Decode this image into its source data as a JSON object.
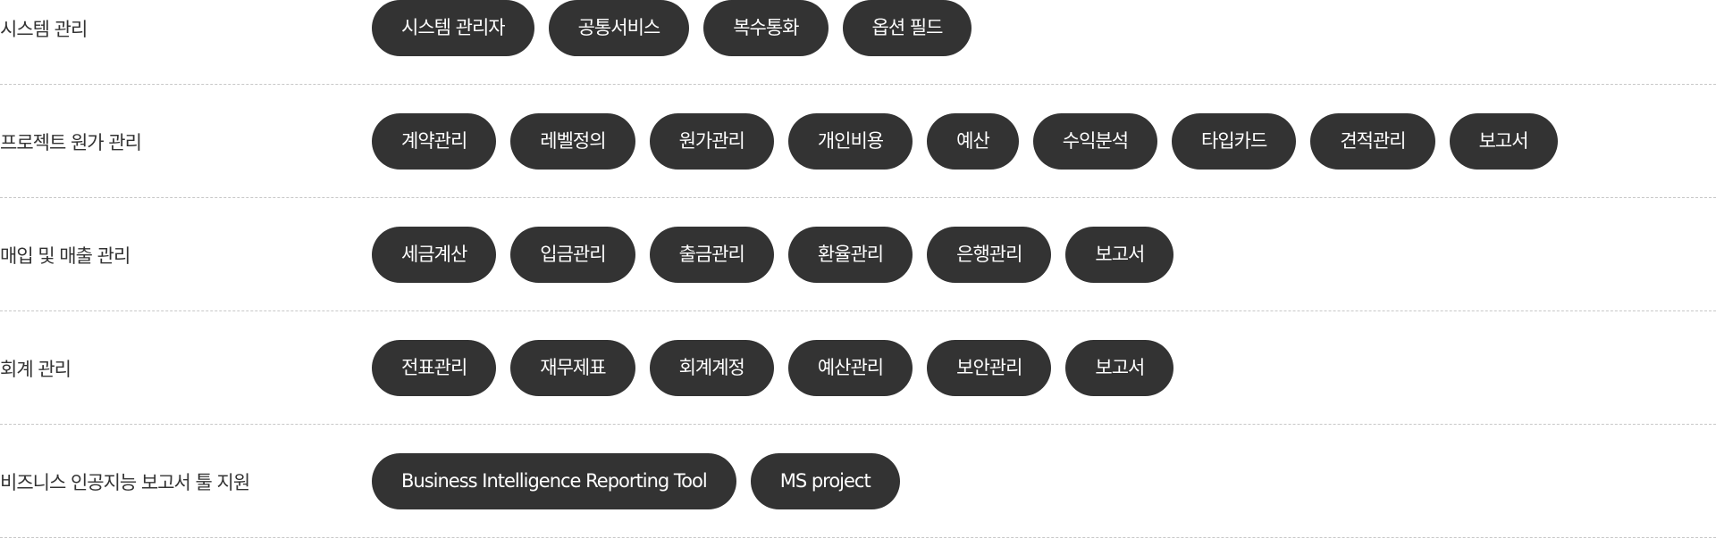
{
  "sections": [
    {
      "label": "시스템 관리",
      "items": [
        "시스템 관리자",
        "공통서비스",
        "복수통화",
        "옵션 필드"
      ]
    },
    {
      "label": "프로젝트 원가 관리",
      "items": [
        "계약관리",
        "레벨정의",
        "원가관리",
        "개인비용",
        "예산",
        "수익분석",
        "타입카드",
        "견적관리",
        "보고서"
      ]
    },
    {
      "label": "매입 및 매출 관리",
      "items": [
        "세금계산",
        "입금관리",
        "출금관리",
        "환율관리",
        "은행관리",
        "보고서"
      ]
    },
    {
      "label": "회계 관리",
      "items": [
        "전표관리",
        "재무제표",
        "회계계정",
        "예산관리",
        "보안관리",
        "보고서"
      ]
    },
    {
      "label": "비즈니스 인공지능 보고서 툴 지원",
      "items": [
        "Business Intelligence Reporting Tool",
        "MS project"
      ]
    }
  ]
}
